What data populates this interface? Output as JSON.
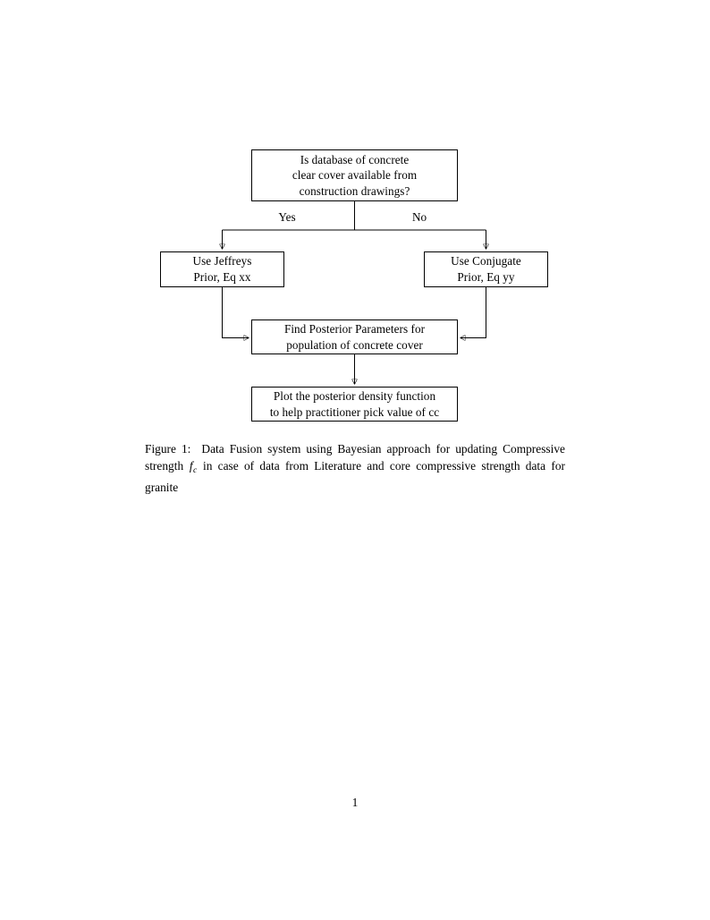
{
  "document": {
    "page_number": "1",
    "background_color": "#ffffff",
    "text_color": "#000000"
  },
  "figure": {
    "type": "flowchart",
    "nodes": [
      {
        "id": "decision",
        "name": "decision-node",
        "lines": [
          "Is database of concrete",
          "clear cover available from",
          "construction drawings?"
        ]
      },
      {
        "id": "jeffreys",
        "name": "jeffreys-prior-node",
        "lines": [
          "Use Jeffreys",
          "Prior, Eq xx"
        ]
      },
      {
        "id": "conjugate",
        "name": "conjugate-prior-node",
        "lines": [
          "Use Conjugate",
          "Prior, Eq yy"
        ]
      },
      {
        "id": "posterior",
        "name": "find-posterior-node",
        "lines": [
          "Find Posterior Parameters for",
          "population of concrete cover"
        ]
      },
      {
        "id": "plot",
        "name": "plot-density-node",
        "lines": [
          "Plot the posterior density function",
          "to help practitioner pick value of cc"
        ]
      }
    ],
    "branch_labels": {
      "yes": "Yes",
      "no": "No"
    },
    "edges": [
      {
        "from": "decision",
        "to": "jeffreys",
        "label": "Yes"
      },
      {
        "from": "decision",
        "to": "conjugate",
        "label": "No"
      },
      {
        "from": "jeffreys",
        "to": "posterior",
        "label": ""
      },
      {
        "from": "conjugate",
        "to": "posterior",
        "label": ""
      },
      {
        "from": "posterior",
        "to": "plot",
        "label": ""
      }
    ],
    "line_color": "#000000"
  },
  "caption": {
    "label": "Figure 1:",
    "part_1": "Data Fusion system using Bayesian approach for updating Compressive strength",
    "math_symbol": "f",
    "math_subscript": "c",
    "part_2": "in case of data from Literature and core compressive strength data for granite",
    "full_text": "Figure 1: Data Fusion system using Bayesian approach for updating Compressive strength f_c in case of data from Literature and core compressive strength data for granite"
  }
}
